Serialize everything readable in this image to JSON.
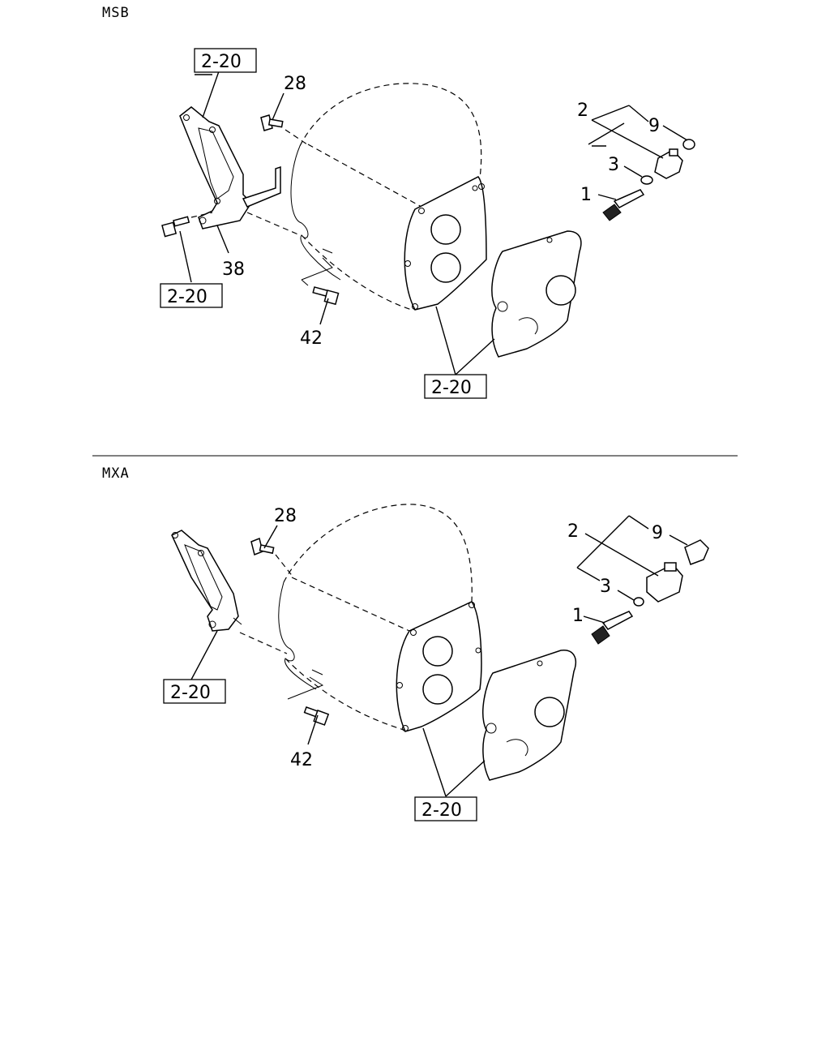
{
  "sections": [
    {
      "label": "MSB",
      "refs": [
        "2-20",
        "2-20",
        "2-20"
      ],
      "callouts": [
        "28",
        "38",
        "42",
        "2",
        "9",
        "3",
        "1"
      ]
    },
    {
      "label": "MXA",
      "refs": [
        "2-20",
        "2-20"
      ],
      "callouts": [
        "28",
        "42",
        "2",
        "9",
        "3",
        "1"
      ]
    }
  ]
}
